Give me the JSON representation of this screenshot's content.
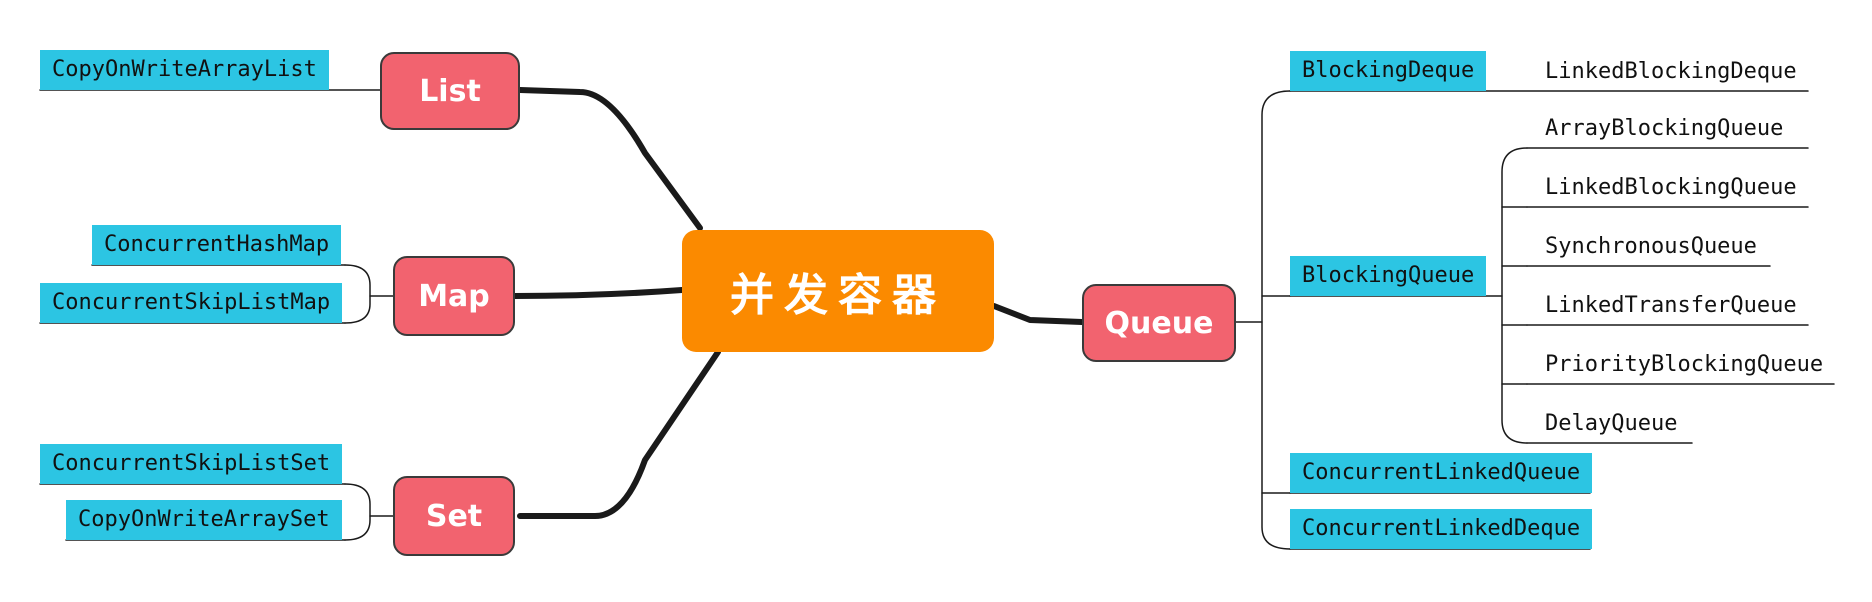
{
  "root": "并发容器",
  "list": {
    "label": "List",
    "items": [
      "CopyOnWriteArrayList"
    ]
  },
  "map": {
    "label": "Map",
    "items": [
      "ConcurrentHashMap",
      "ConcurrentSkipListMap"
    ]
  },
  "set": {
    "label": "Set",
    "items": [
      "ConcurrentSkipListSet",
      "CopyOnWriteArraySet"
    ]
  },
  "queue": {
    "label": "Queue",
    "blocking_deque": {
      "label": "BlockingDeque",
      "items": [
        "LinkedBlockingDeque"
      ]
    },
    "blocking_queue": {
      "label": "BlockingQueue",
      "items": [
        "ArrayBlockingQueue",
        "LinkedBlockingQueue",
        "SynchronousQueue",
        "LinkedTransferQueue",
        "PriorityBlockingQueue",
        "DelayQueue"
      ]
    },
    "others": [
      "ConcurrentLinkedQueue",
      "ConcurrentLinkedDeque"
    ]
  },
  "colors": {
    "root": "#FB8A00",
    "category": "#F2636F",
    "leaf_highlight": "#2CC5E3",
    "line": "#1a1a1a"
  }
}
